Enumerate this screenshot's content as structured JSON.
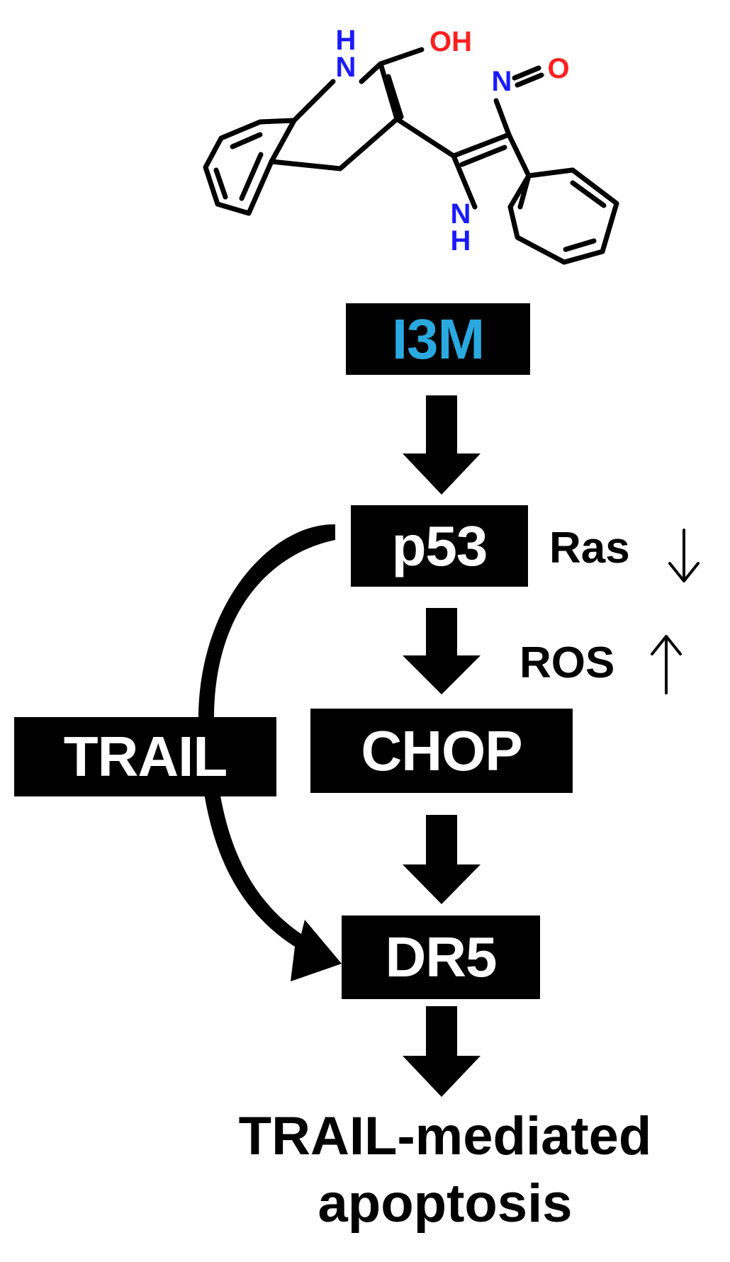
{
  "molecule": {
    "atoms": {
      "nh_top_h": "H",
      "nh_top_n": "N",
      "oh": "OH",
      "nitroso_n": "N",
      "nitroso_o": "O",
      "nh_bottom_n": "N",
      "nh_bottom_h": "H"
    },
    "colors": {
      "nitrogen": "#1a1aff",
      "oxygen": "#ff2020",
      "bond": "#000000"
    }
  },
  "nodes": {
    "i3m": "I3M",
    "p53": "p53",
    "chop": "CHOP",
    "trail": "TRAIL",
    "dr5": "DR5"
  },
  "annotations": {
    "ras": "Ras",
    "ras_arrow": "↓",
    "ros": "ROS",
    "ros_arrow": "↑"
  },
  "outcome": {
    "line1": "TRAIL-mediated",
    "line2": "apoptosis"
  },
  "colors": {
    "i3m_text": "#29a9e0",
    "box_fill": "#000000",
    "box_text": "#ffffff"
  }
}
